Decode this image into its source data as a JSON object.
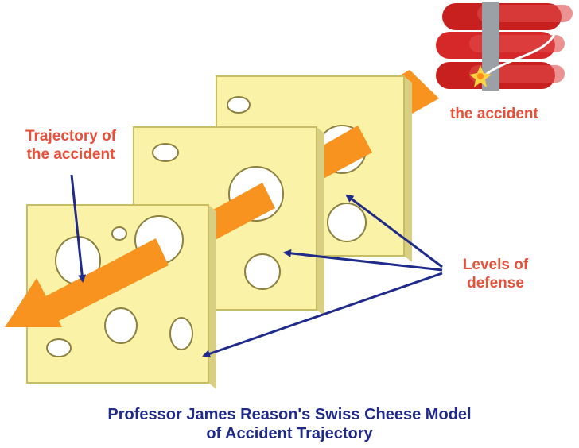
{
  "labels": {
    "trajectory": [
      "Trajectory of",
      "the accident"
    ],
    "accident": "the accident",
    "defense": [
      "Levels of",
      "defense"
    ]
  },
  "caption": [
    "Professor James Reason's Swiss Cheese Model",
    "of Accident Trajectory"
  ],
  "colors": {
    "cheese": "#faf2a6",
    "cheese_edge": "#c8bd63",
    "cheese_shadow": "#d9cf83",
    "arrow": "#f7931e",
    "label_red": "#e8503a",
    "pointer_navy": "#1f2a8a",
    "dynamite_red": "#d62828",
    "tape": "#9aa0a6"
  },
  "icons": [
    "dynamite-icon",
    "spark-icon"
  ]
}
